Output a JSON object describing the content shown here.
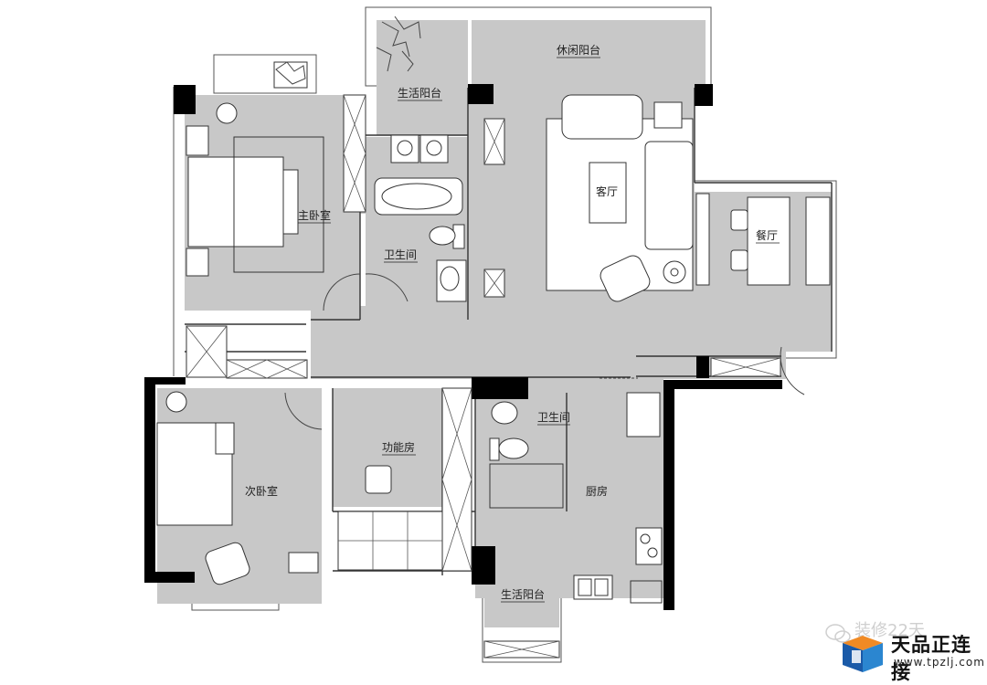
{
  "rooms": {
    "leisure_balcony": "休闲阳台",
    "service_balcony_top": "生活阳台",
    "master_bedroom": "主卧室",
    "bathroom_top": "卫生间",
    "living_room": "客厅",
    "dining_room": "餐厅",
    "second_bedroom": "次卧室",
    "function_room": "功能房",
    "bathroom_bottom": "卫生间",
    "kitchen": "厨房",
    "service_balcony_bottom": "生活阳台"
  },
  "watermark": {
    "faint_text": "装修22天",
    "brand_name": "天品正连接",
    "url": "www.tpzlj.com"
  },
  "colors": {
    "floor": "#c8c8c8",
    "wall": "#000000",
    "line": "#555555",
    "background": "#ffffff"
  }
}
